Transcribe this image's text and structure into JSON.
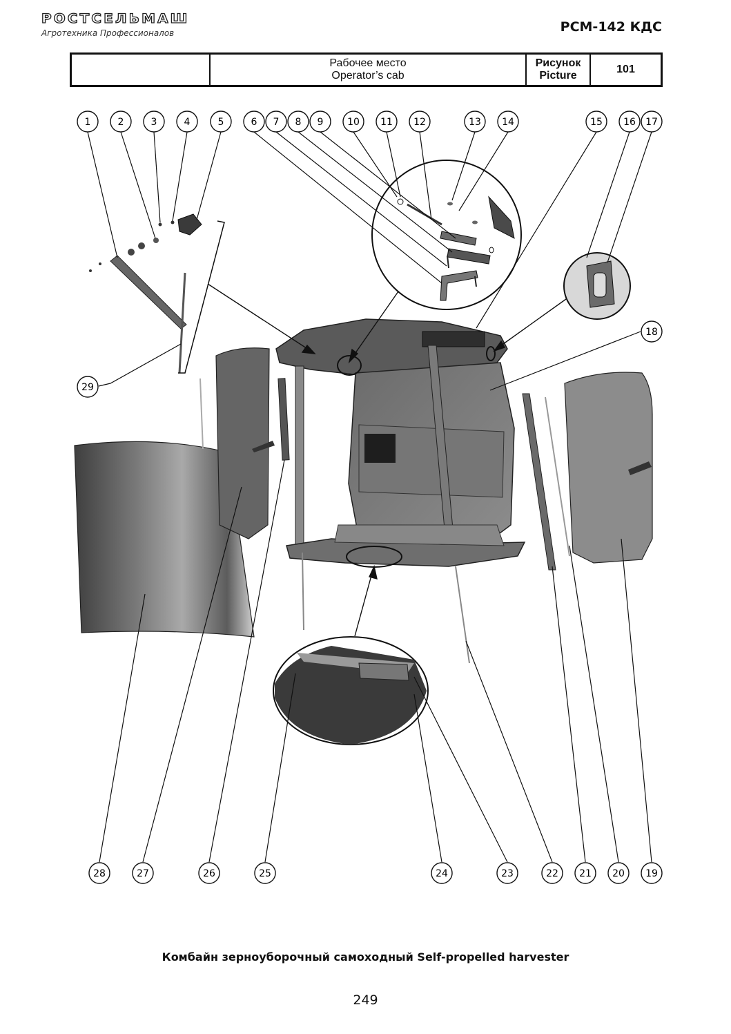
{
  "header": {
    "logo": "РОСТСЕЛЬМАШ",
    "tagline": "Агротехника Профессионалов",
    "model": "РСМ-142 КДС"
  },
  "title_block": {
    "empty_cell": "",
    "title_ru": "Рабочее место",
    "title_en": "Operator’s cab",
    "picture_label_ru": "Рисунок",
    "picture_label_en": "Picture",
    "picture_number": "101"
  },
  "callouts_top": [
    "1",
    "2",
    "3",
    "4",
    "5",
    "6",
    "7",
    "8",
    "9",
    "10",
    "11",
    "12",
    "13",
    "14",
    "15",
    "16",
    "17"
  ],
  "callouts_bottom": [
    "28",
    "27",
    "26",
    "25",
    "24",
    "23",
    "22",
    "21",
    "20",
    "19"
  ],
  "callouts_side": [
    "18",
    "29"
  ],
  "footer": {
    "caption": "Комбайн зерноуборочный самоходный   Self-propelled harvester",
    "page_number": "249"
  }
}
